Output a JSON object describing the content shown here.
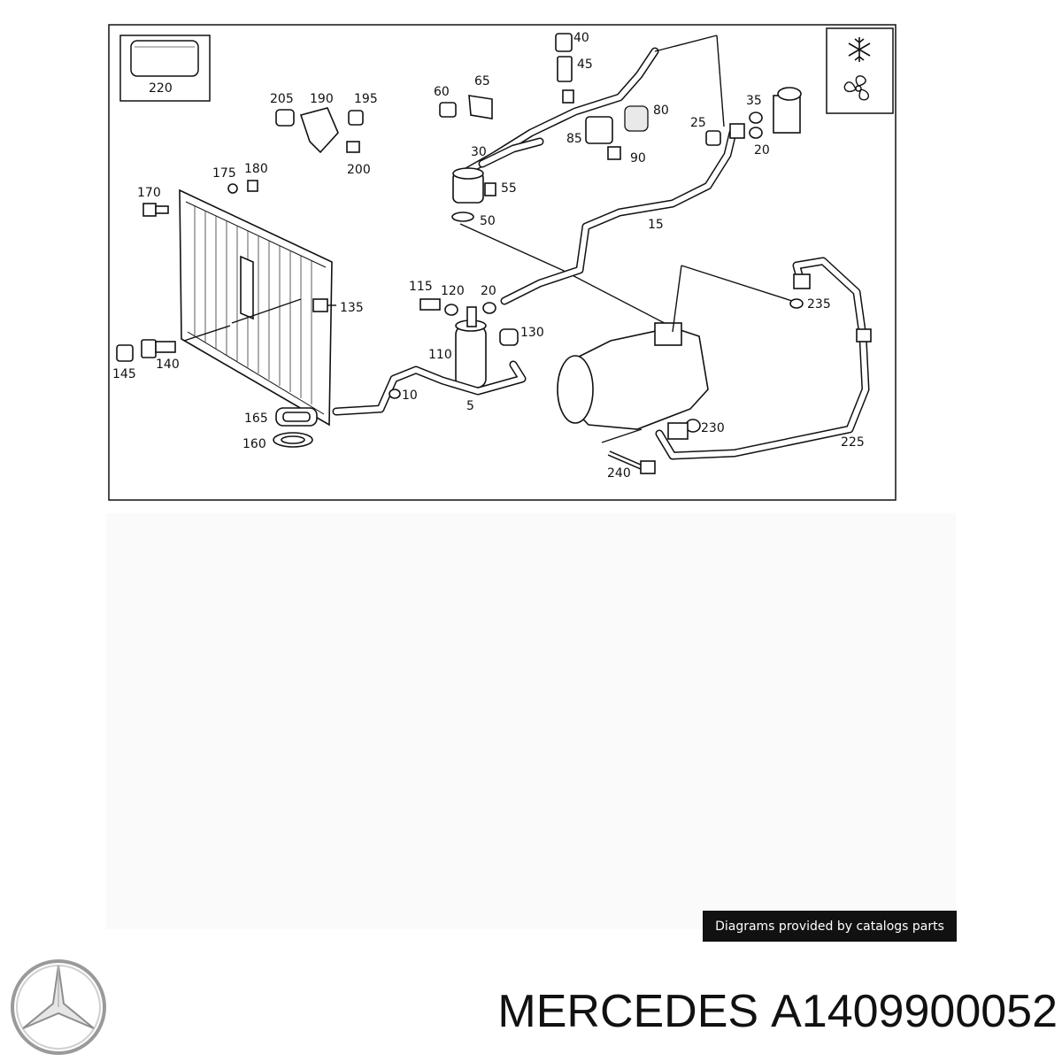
{
  "diagram": {
    "callouts": [
      "220",
      "205",
      "190",
      "195",
      "200",
      "175",
      "180",
      "170",
      "40",
      "45",
      "60",
      "65",
      "30",
      "55",
      "50",
      "85",
      "80",
      "90",
      "25",
      "35",
      "20",
      "20",
      "15",
      "135",
      "145",
      "140",
      "115",
      "120",
      "20",
      "130",
      "110",
      "10",
      "5",
      "165",
      "160",
      "235",
      "230",
      "225",
      "240"
    ]
  },
  "credit": {
    "text": "Diagrams provided by catalogs parts"
  },
  "footer": {
    "brand": "MERCEDES",
    "part_number": "A1409900052"
  },
  "icons": [
    "snowflake-icon",
    "fan-icon",
    "mercedes-star-logo"
  ]
}
